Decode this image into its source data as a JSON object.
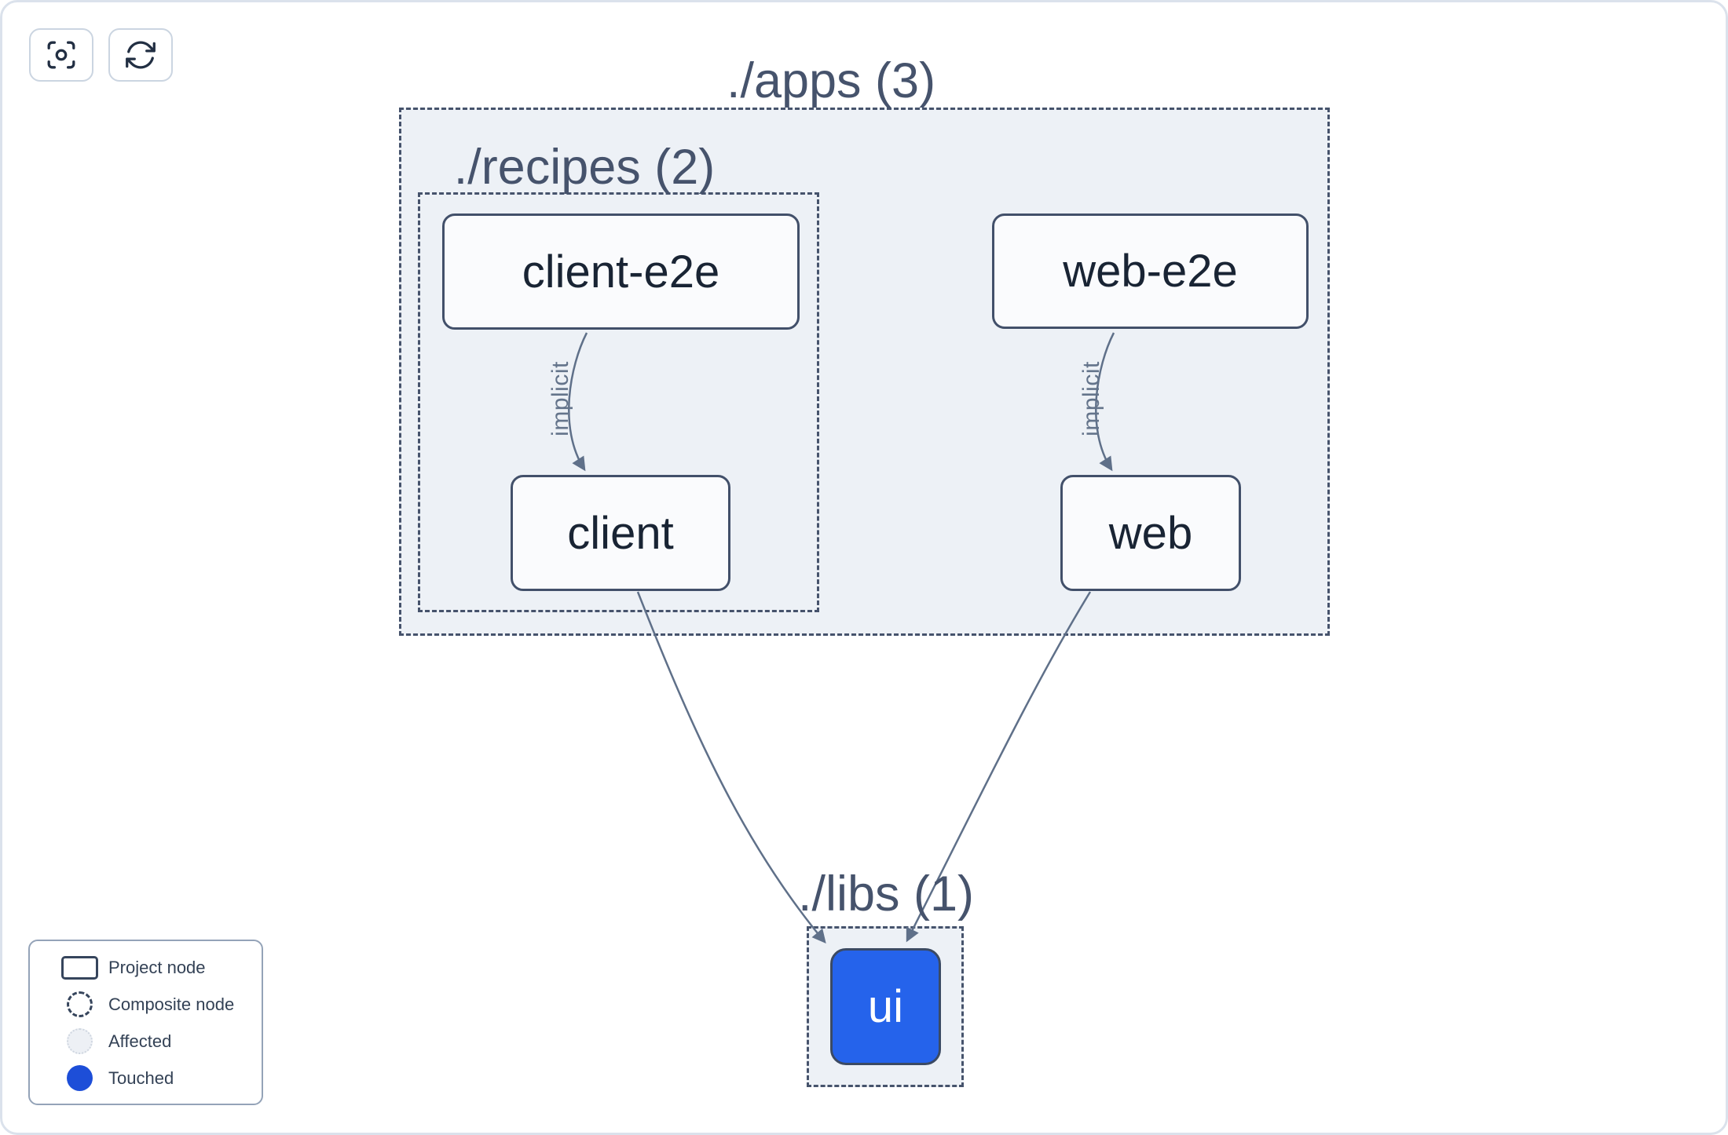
{
  "toolbar": {
    "buttons": [
      {
        "name": "focus-view",
        "icon": "viewfinder-circle-icon"
      },
      {
        "name": "refresh-graph",
        "icon": "arrow-path-icon"
      }
    ]
  },
  "graph": {
    "groups": {
      "apps": {
        "label": "./apps (3)"
      },
      "recipes": {
        "label": "./recipes (2)"
      },
      "libs": {
        "label": "./libs (1)"
      }
    },
    "nodes": {
      "client_e2e": {
        "label": "client-e2e",
        "state": "default"
      },
      "web_e2e": {
        "label": "web-e2e",
        "state": "default"
      },
      "client": {
        "label": "client",
        "state": "default"
      },
      "web": {
        "label": "web",
        "state": "default"
      },
      "ui": {
        "label": "ui",
        "state": "touched"
      }
    },
    "edges": [
      {
        "from": "client-e2e",
        "to": "client",
        "label": "implicit",
        "type": "implicit"
      },
      {
        "from": "web-e2e",
        "to": "web",
        "label": "implicit",
        "type": "implicit"
      },
      {
        "from": "client",
        "to": "ui",
        "label": "",
        "type": "static"
      },
      {
        "from": "web",
        "to": "ui",
        "label": "",
        "type": "static"
      }
    ]
  },
  "legend": {
    "items": [
      {
        "key": "project-node",
        "label": "Project node"
      },
      {
        "key": "composite-node",
        "label": "Composite node"
      },
      {
        "key": "affected",
        "label": "Affected"
      },
      {
        "key": "touched",
        "label": "Touched"
      }
    ]
  },
  "colors": {
    "touched_blue": "#1d4ed8",
    "ui_node_fill": "#2563eb",
    "group_fill": "#edf1f6",
    "group_border": "#46536c",
    "node_border": "#42506a",
    "node_fill": "#fafbfd",
    "node_text": "#192434",
    "edge": "#5f7089",
    "edge_label": "#64748b",
    "button_border": "#cbd5e1",
    "legend_border": "#94a3b8",
    "legend_text": "#334155"
  }
}
